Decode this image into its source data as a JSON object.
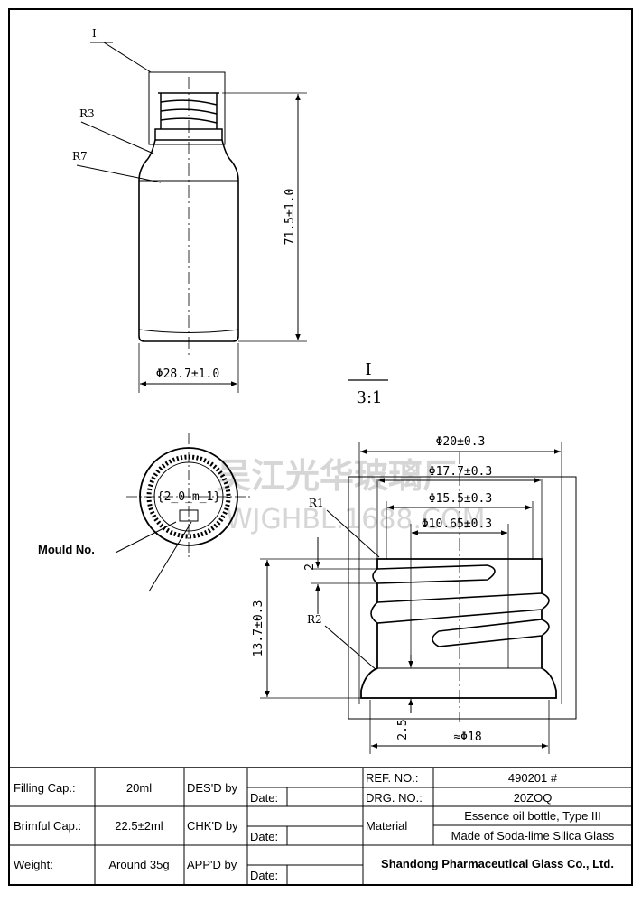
{
  "watermark": {
    "line1": "吴江光华玻璃厂",
    "line2": "WJGHBL.1688.COM"
  },
  "labels": {
    "detail": "I",
    "r3": "R3",
    "r7": "R7",
    "r1": "R1",
    "r2": "R2"
  },
  "dimensions": {
    "height": "71.5±1.0",
    "diameter": "Φ28.7±1.0",
    "d20": "Φ20±0.3",
    "d17": "Φ17.7±0.3",
    "d15": "Φ15.5±0.3",
    "d10": "Φ10.65±0.3",
    "neck_h": "13.7±0.3",
    "pitch": "2",
    "base": "2.5",
    "d18": "≈Φ18"
  },
  "scale": {
    "detail": "I",
    "ratio": "3:1"
  },
  "bottom_view": {
    "mark": "{2_0_m_1}",
    "mould_label": "Mould No."
  },
  "title_block": {
    "filling_label": "Filling Cap.:",
    "filling_value": "20ml",
    "brimful_label": "Brimful Cap.:",
    "brimful_value": "22.5±2ml",
    "weight_label": "Weight:",
    "weight_value": "Around 35g",
    "des_label": "DES'D by",
    "chk_label": "CHK'D by",
    "app_label": "APP'D by",
    "date_label": "Date:",
    "ref_label": "REF. NO.:",
    "ref_value": "490201 #",
    "drg_label": "DRG. NO.:",
    "drg_value": "20ZOQ",
    "material_label": "Material",
    "material_line1": "Essence oil bottle, Type III",
    "material_line2": "Made of Soda-lime Silica Glass",
    "company": "Shandong Pharmaceutical Glass Co., Ltd."
  }
}
